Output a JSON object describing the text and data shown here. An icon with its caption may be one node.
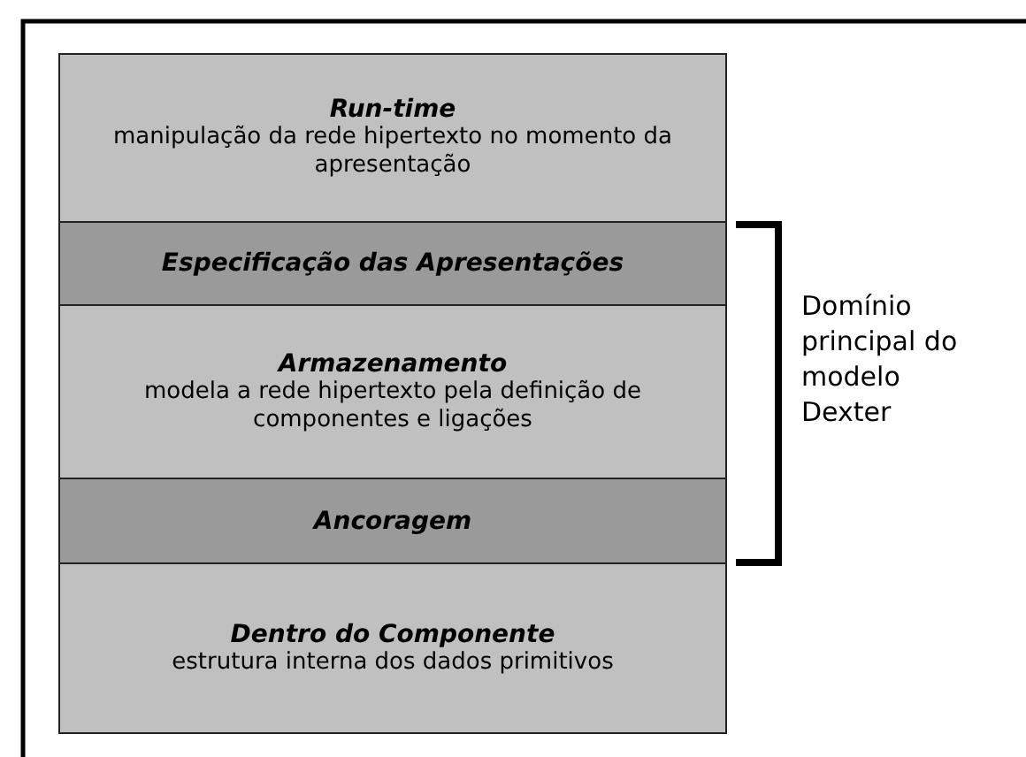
{
  "diagram": {
    "nodes": [
      {
        "text": [
          "Run-time",
          "manipulação da rede hipertexto no momento da apresentação"
        ]
      },
      {
        "text": [
          "Especificação das Apresentações"
        ]
      },
      {
        "text": [
          "Armazenamento",
          "modela a rede hipertexto pela definição de componentes e ligações"
        ]
      },
      {
        "text": [
          "Ancoragem"
        ]
      },
      {
        "text": [
          "Dentro do Componente",
          "estrutura interna dos dados primitivos"
        ]
      }
    ],
    "labels": [
      "Domínio principal do modelo Dexter"
    ]
  }
}
